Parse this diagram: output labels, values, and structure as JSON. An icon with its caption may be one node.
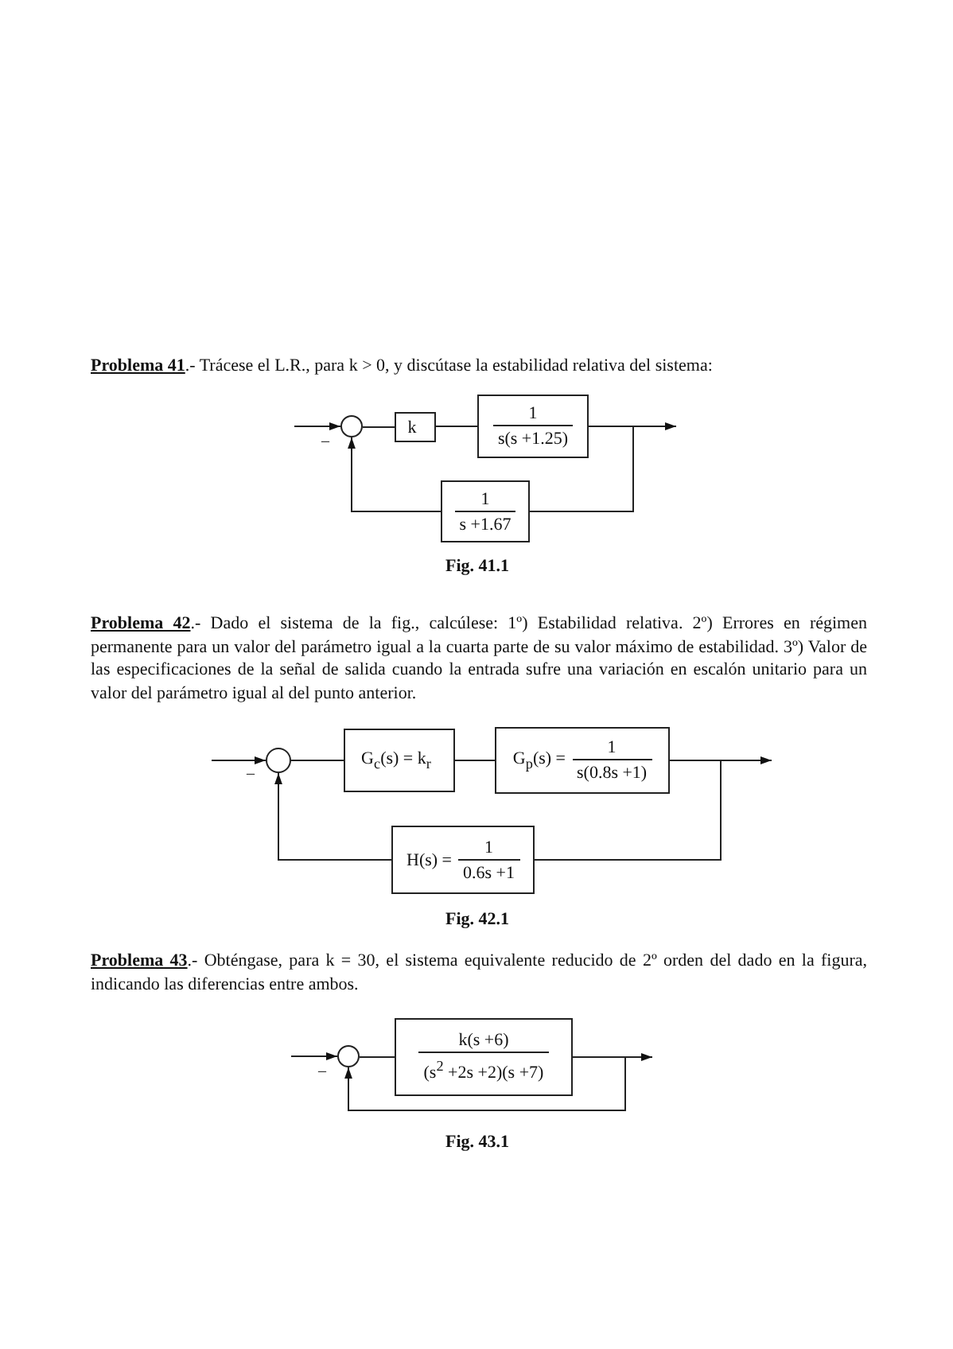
{
  "diagram": {
    "nodes": [
      {
        "text": [],
        "shape": "circle",
        "beside": [
          "–"
        ]
      },
      {
        "text": [
          "k"
        ]
      },
      {
        "text": [
          "1",
          "s(s +1.25)"
        ]
      },
      {
        "text": [
          "1",
          "s +1.67"
        ]
      },
      {
        "text": [],
        "shape": "circle",
        "beside": [
          "–"
        ]
      },
      {
        "text": [
          "G$_{c}$(s) = k$_{r}$"
        ]
      },
      {
        "text": [
          "G$_{p}$(s) =",
          "1",
          "s(0.8s +1)"
        ]
      },
      {
        "text": [
          "H(s) =",
          "1",
          "0.6s +1"
        ]
      },
      {
        "text": [],
        "shape": "circle",
        "beside": [
          "–"
        ]
      },
      {
        "text": [
          "k(s +6)",
          "(s$^{2}$ +2s +2)(s +7)"
        ]
      }
    ],
    "edges": [
      {
        "from": null,
        "to": 0,
        "arrow": "to"
      },
      {
        "from": 0,
        "to": 1,
        "arrow": "none"
      },
      {
        "from": 1,
        "to": 2,
        "arrow": "none"
      },
      {
        "from": 2,
        "to": null,
        "arrow": "to"
      },
      {
        "from": 2,
        "to": 3,
        "arrow": "none"
      },
      {
        "from": 3,
        "to": 0,
        "arrow": "to"
      },
      {
        "from": null,
        "to": 4,
        "arrow": "to"
      },
      {
        "from": 4,
        "to": 5,
        "arrow": "none"
      },
      {
        "from": 5,
        "to": 6,
        "arrow": "none"
      },
      {
        "from": 6,
        "to": null,
        "arrow": "to"
      },
      {
        "from": 6,
        "to": 7,
        "arrow": "none"
      },
      {
        "from": 7,
        "to": 4,
        "arrow": "to"
      },
      {
        "from": null,
        "to": 8,
        "arrow": "to"
      },
      {
        "from": 8,
        "to": 9,
        "arrow": "none"
      },
      {
        "from": 9,
        "to": null,
        "arrow": "to"
      },
      {
        "from": 9,
        "to": 8,
        "arrow": "to"
      }
    ],
    "labels": [
      "**Problema 41**.- Trácese el L.R., para k > 0, y discútase la estabilidad relativa del sistema:",
      "Fig. 41.1",
      "**Problema 42**.- Dado el sistema de la fig., calcúlese: 1º) Estabilidad relativa. 2º) Errores en régimen permanente para un valor del parámetro igual a la cuarta parte de su valor máximo de estabilidad. 3º) Valor de las especificaciones de la señal de salida cuando la entrada  sufre una variación en escalón unitario para un valor del parámetro igual al del punto anterior.",
      "Fig. 42.1",
      "**Problema 43**.- Obténgase, para k = 30, el sistema equivalente reducido de 2º orden del dado en la figura, indicando las diferencias entre ambos.",
      "Fig. 43.1"
    ]
  }
}
